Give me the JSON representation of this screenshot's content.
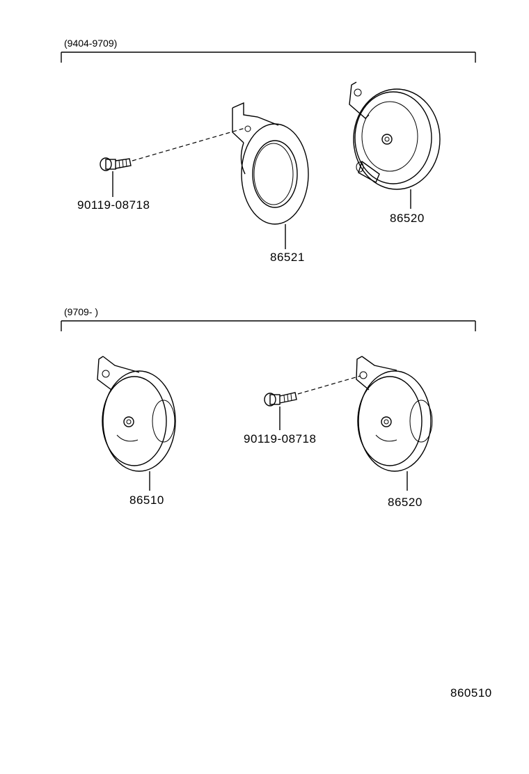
{
  "sections": [
    {
      "range_label": "(9404-9709)",
      "parts": {
        "bolt": "90119-08718",
        "bracket": "86521",
        "horn": "86520"
      }
    },
    {
      "range_label": "(9709-        )",
      "parts": {
        "horn_low": "86510",
        "bolt": "90119-08718",
        "horn_high": "86520"
      }
    }
  ],
  "figure_number": "860510"
}
